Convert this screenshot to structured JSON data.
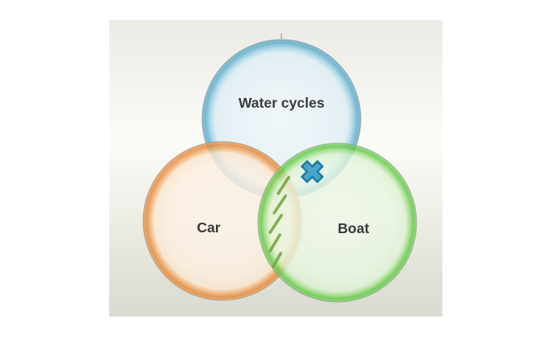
{
  "page": {
    "background": "#ffffff"
  },
  "diagram": {
    "type": "venn-3",
    "panel": {
      "bg_top": "#ebebe5",
      "bg_middle": "#fbfbf8",
      "bg_bottom": "#d9dad1"
    },
    "sets": [
      {
        "label": "Water cycles",
        "position": "top",
        "fill": "#e4f0f6",
        "rim": "#62acc9"
      },
      {
        "label": "Car",
        "position": "bottom-left",
        "fill": "#fcefe0",
        "rim": "#e3873a"
      },
      {
        "label": "Boat",
        "position": "bottom-right",
        "fill": "#e9f6e1",
        "rim": "#5cc740"
      }
    ],
    "annotations": {
      "cross_marker": {
        "shape": "x-cross",
        "color": "#4aa6c8",
        "outline": "#1d7ba6",
        "region": "Water cycles ∩ Boat"
      },
      "hatch": {
        "shape": "diagonal-hatch-lines",
        "color": "#7aa63f",
        "line_count": 5,
        "region": "Car ∩ Boat"
      }
    }
  }
}
